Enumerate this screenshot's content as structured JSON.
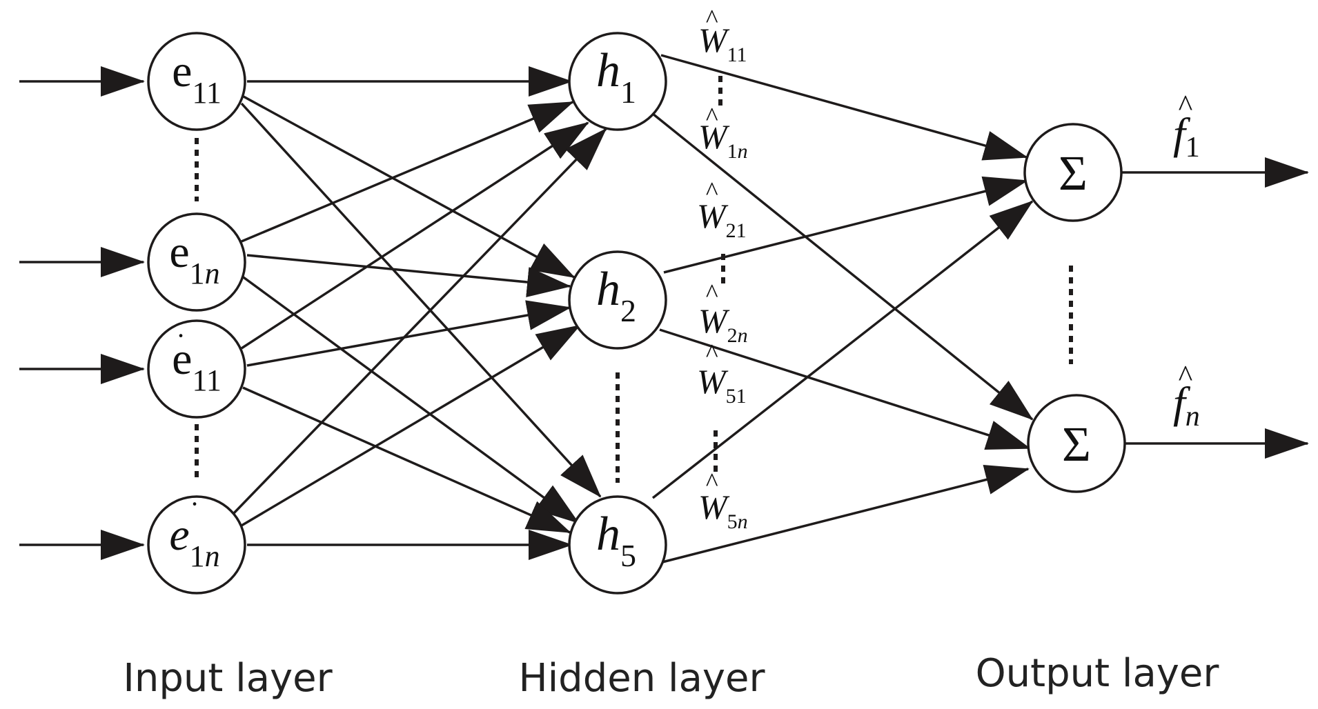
{
  "diagram": {
    "layers": [
      {
        "id": "input",
        "label": "Input layer"
      },
      {
        "id": "hidden",
        "label": "Hidden layer"
      },
      {
        "id": "output",
        "label": "Output layer"
      }
    ],
    "nodes": {
      "input": [
        {
          "id": "e11",
          "base": "e",
          "sub": "11",
          "base_italic": false,
          "dot": false
        },
        {
          "id": "e1n",
          "base": "e",
          "sub": "1",
          "sub_italic_tail": "n",
          "base_italic": false,
          "dot": false
        },
        {
          "id": "edot11",
          "base": "e",
          "sub": "11",
          "base_italic": false,
          "dot": true
        },
        {
          "id": "edot1n",
          "base": "e",
          "sub": "1",
          "sub_italic_tail": "n",
          "base_italic": true,
          "dot": true
        }
      ],
      "hidden": [
        {
          "id": "h1",
          "base": "h",
          "sub": "1"
        },
        {
          "id": "h2",
          "base": "h",
          "sub": "2"
        },
        {
          "id": "h5",
          "base": "h",
          "sub": "5"
        }
      ],
      "output": [
        {
          "id": "sum1",
          "symbol": "Σ"
        },
        {
          "id": "sumn",
          "symbol": "Σ"
        }
      ]
    },
    "output_labels": [
      {
        "base": "f",
        "sub": "1",
        "sub_italic": false
      },
      {
        "base": "f",
        "sub": "n",
        "sub_italic": true
      }
    ],
    "weights": [
      {
        "id": "W11",
        "base": "W",
        "sub": "11"
      },
      {
        "id": "W1n",
        "base": "W",
        "sub": "1",
        "sub_tail": "n"
      },
      {
        "id": "W21",
        "base": "W",
        "sub": "21"
      },
      {
        "id": "W2n",
        "base": "W",
        "sub": "2",
        "sub_tail": "n"
      },
      {
        "id": "W51",
        "base": "W",
        "sub": "51"
      },
      {
        "id": "W5n",
        "base": "W",
        "sub": "5",
        "sub_tail": "n"
      }
    ],
    "hat_glyph": "^",
    "dot_glyph": "·",
    "colors": {
      "stroke": "#1e1b1b",
      "text": "#111111",
      "background": "#ffffff"
    }
  }
}
